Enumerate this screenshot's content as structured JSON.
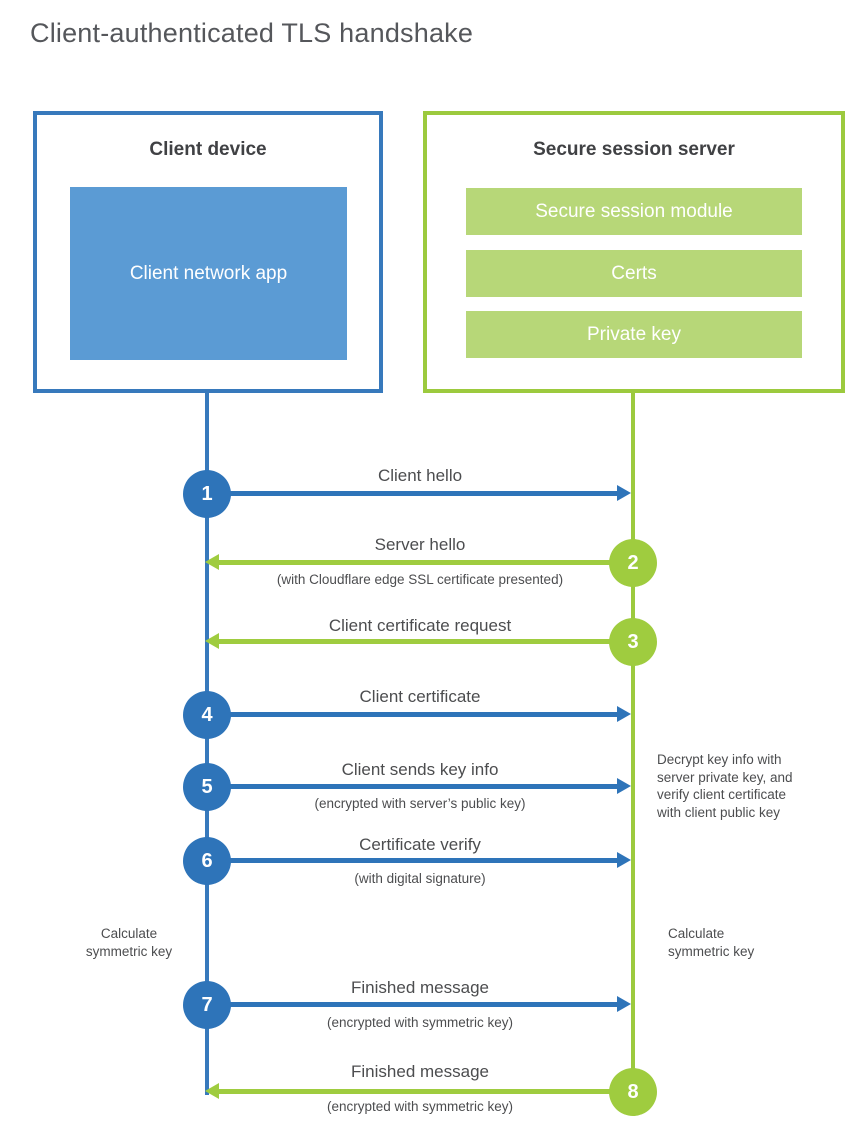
{
  "title": "Client-authenticated TLS handshake",
  "colors": {
    "blue_border": "#3779bc",
    "blue_circle": "#2e74b9",
    "blue_fill": "#5b9bd4",
    "green_border": "#9cca3e",
    "green_circle": "#9fcc3f",
    "green_fill": "#b7d778",
    "text": "#4c4d4f"
  },
  "client": {
    "title": "Client device",
    "app_label": "Client network app"
  },
  "server": {
    "title": "Secure session server",
    "modules": [
      "Secure session module",
      "Certs",
      "Private key"
    ]
  },
  "steps": [
    {
      "num": "1",
      "label": "Client hello",
      "direction": "right",
      "from": "client"
    },
    {
      "num": "2",
      "label": "Server hello",
      "sublabel": "(with Cloudflare edge SSL certificate presented)",
      "direction": "left",
      "from": "server"
    },
    {
      "num": "3",
      "label": "Client certificate request",
      "direction": "left",
      "from": "server"
    },
    {
      "num": "4",
      "label": "Client certificate",
      "direction": "right",
      "from": "client"
    },
    {
      "num": "5",
      "label": "Client sends key info",
      "sublabel": "(encrypted with server’s public key)",
      "direction": "right",
      "from": "client"
    },
    {
      "num": "6",
      "label": "Certificate verify",
      "sublabel": "(with digital signature)",
      "direction": "right",
      "from": "client"
    },
    {
      "num": "7",
      "label": "Finished message",
      "sublabel": "(encrypted with symmetric key)",
      "direction": "right",
      "from": "client"
    },
    {
      "num": "8",
      "label": "Finished message",
      "sublabel": "(encrypted with symmetric key)",
      "direction": "left",
      "from": "server"
    }
  ],
  "annotations": {
    "decrypt_note": "Decrypt key info with\nserver private key, and\nverify client certificate\nwith client public key",
    "calc_left": "Calculate\nsymmetric key",
    "calc_right": "Calculate\nsymmetric key"
  }
}
